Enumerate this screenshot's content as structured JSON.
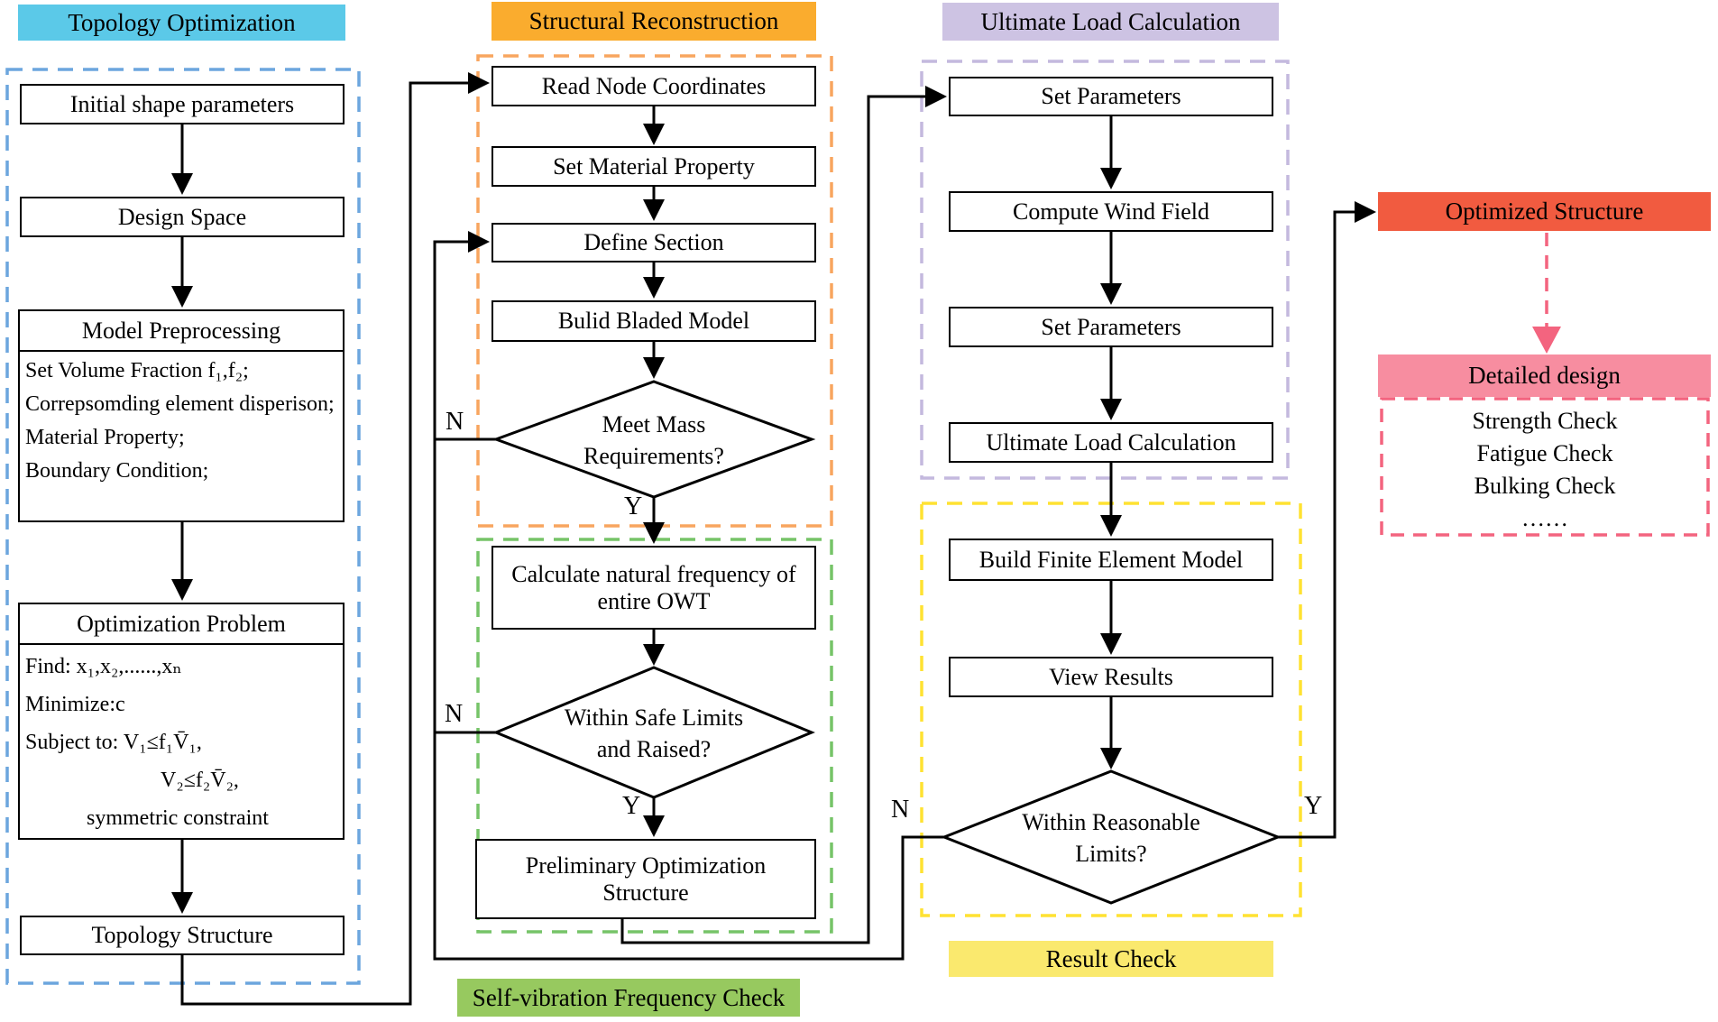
{
  "headers": {
    "topology": "Topology Optimization",
    "structural": "Structural Reconstruction",
    "ultimate": "Ultimate Load Calculation",
    "self_vibration": "Self-vibration Frequency Check",
    "result_check": "Result Check"
  },
  "topology": {
    "initial_shape": "Initial shape parameters",
    "design_space": "Design Space",
    "model_preprocessing": {
      "title": "Model Preprocessing",
      "lines": [
        "Set Volume Fraction f₁,f₂;",
        "Correpsomding element disperison;",
        "Material Property;",
        "Boundary Condition;"
      ]
    },
    "optimization_problem": {
      "title": "Optimization Problem",
      "lines": [
        "Find:  x₁,x₂,......,xₙ",
        "Minimize:c",
        "Subject to: V₁≤f₁V̄₁,",
        "V₂≤f₂V̄₂,",
        "symmetric constraint"
      ]
    },
    "topology_structure": "Topology Structure"
  },
  "structural": {
    "read_node": "Read Node Coordinates",
    "set_material": "Set Material Property",
    "define_section": "Define Section",
    "build_bladed": "Bulid Bladed Model",
    "meet_mass": {
      "line1": "Meet Mass",
      "line2": "Requirements?"
    },
    "calc_frequency": "Calculate natural frequency of entire OWT",
    "within_safe": {
      "line1": "Within Safe Limits",
      "line2": "and Raised?"
    },
    "preliminary": "Preliminary Optimization Structure"
  },
  "ultimate": {
    "set_parameters_1": "Set Parameters",
    "compute_wind": "Compute Wind Field",
    "set_parameters_2": "Set Parameters",
    "ultimate_load": "Ultimate Load Calculation",
    "build_fem": "Build Finite Element Model",
    "view_results": "View Results",
    "within_reasonable": {
      "line1": "Within Reasonable",
      "line2": "Limits?"
    }
  },
  "output": {
    "optimized_structure": "Optimized Structure",
    "detailed_design": "Detailed design",
    "checks": [
      "Strength Check",
      "Fatigue Check",
      "Bulking Check",
      "……"
    ]
  },
  "branch_labels": {
    "no": "N",
    "yes": "Y"
  },
  "colors": {
    "topology_header_bg": "#5BC9E8",
    "structural_header_bg": "#FAAC2E",
    "ultimate_header_bg": "#CDC3E3",
    "result_check_bg": "#FAE96E",
    "self_vibration_bg": "#97C95F",
    "optimized_structure_bg": "#F15B40",
    "detailed_design_bg": "#F78DA0",
    "topology_dashed_border": "#6CA6DE",
    "structural_dashed_border": "#F8A55F",
    "frequency_dashed_border": "#76C468",
    "ultimate_dashed_border": "#C4B9DE",
    "result_dashed_border": "#FFE232",
    "detailed_dashed_border": "#F3647F",
    "flow_line": "#000000"
  }
}
